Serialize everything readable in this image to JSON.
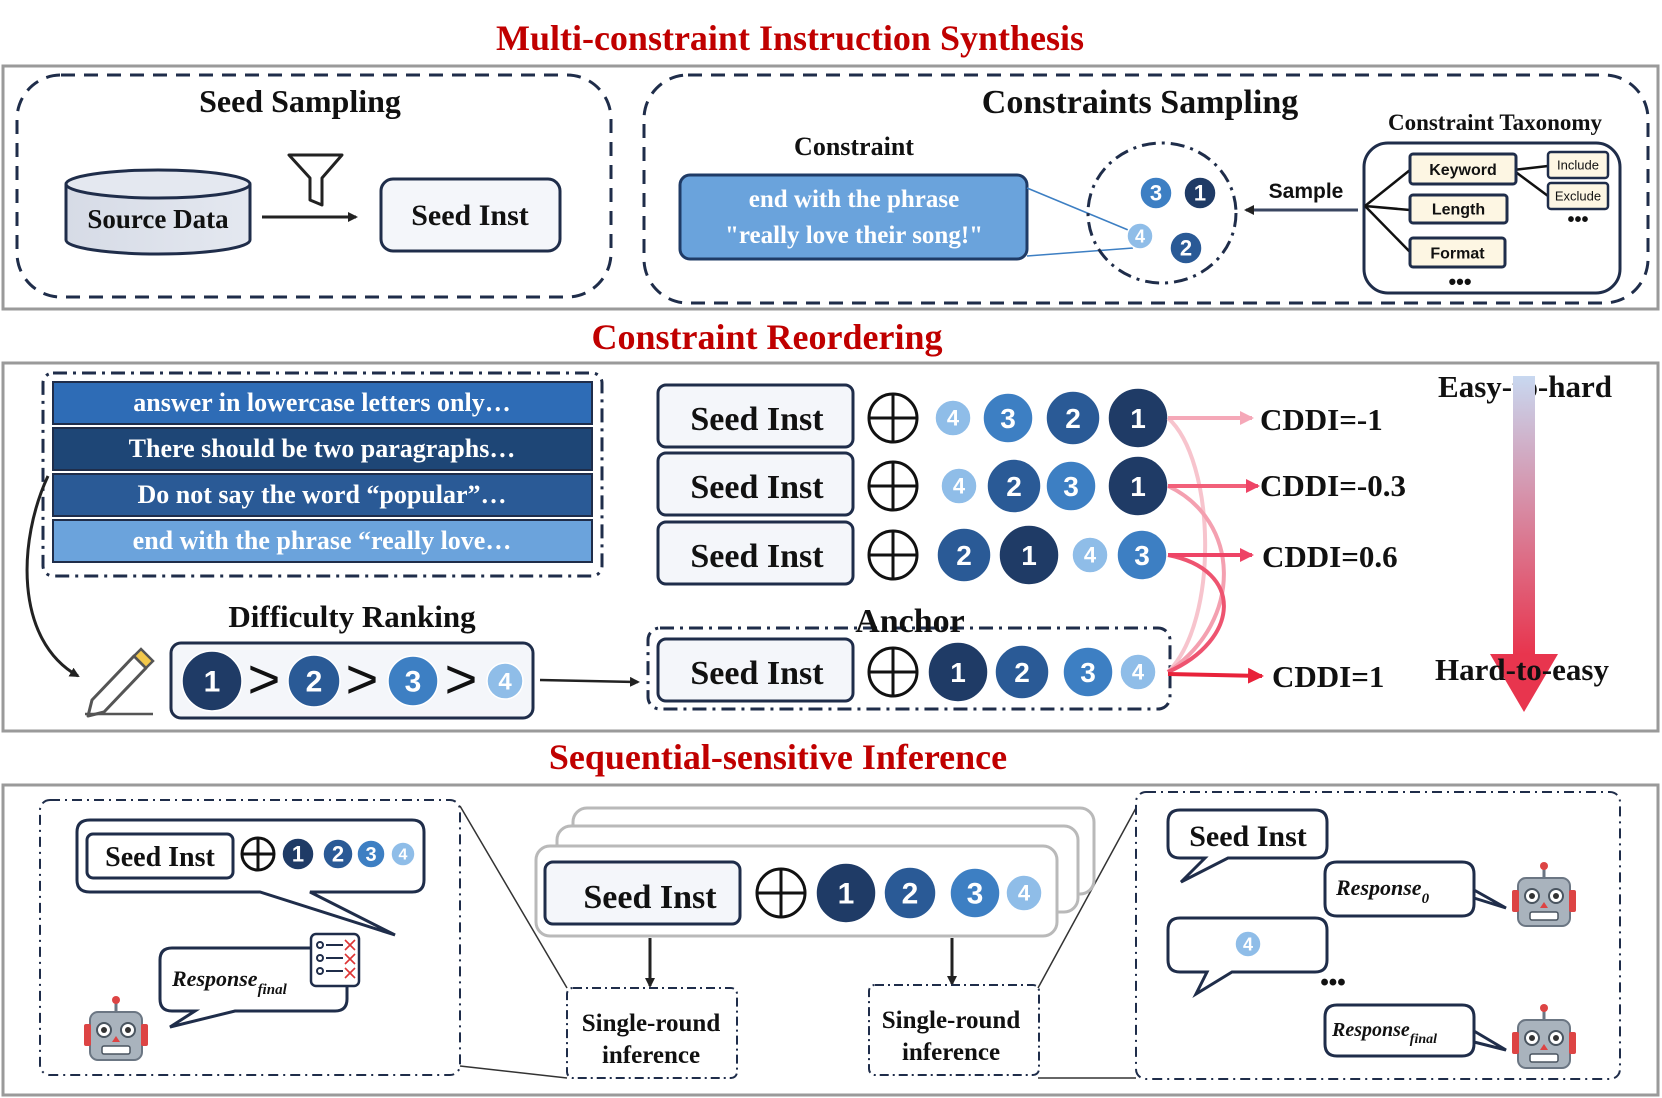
{
  "section_titles": {
    "synthesis": "Multi-constraint Instruction Synthesis",
    "reordering": "Constraint Reordering",
    "inference": "Sequential-sensitive Inference"
  },
  "seed_sampling": {
    "title": "Seed Sampling",
    "source_label": "Source Data",
    "seed_label": "Seed Inst"
  },
  "constraints_sampling": {
    "title": "Constraints Sampling",
    "constraint_heading": "Constraint",
    "constraint_line1": "end with the phrase",
    "constraint_line2": "\"really love their song!\"",
    "sample_label": "Sample",
    "taxonomy_title": "Constraint Taxonomy",
    "taxonomy_items": [
      "Keyword",
      "Length",
      "Format"
    ],
    "taxonomy_subitems": [
      "Include",
      "Exclude"
    ],
    "ellipsis": "•••"
  },
  "reordering": {
    "constraint_texts": [
      "answer in lowercase letters only…",
      "There should be two paragraphs…",
      "Do not say the word “popular”…",
      "end with the phrase “really love…"
    ],
    "difficulty_label": "Difficulty Ranking",
    "anchor_label": "Anchor",
    "seed_label": "Seed Inst",
    "rows": [
      {
        "order": [
          4,
          3,
          2,
          1
        ],
        "cddi": "CDDI=-1"
      },
      {
        "order": [
          4,
          2,
          3,
          1
        ],
        "cddi": "CDDI=-0.3"
      },
      {
        "order": [
          2,
          1,
          4,
          3
        ],
        "cddi": "CDDI=0.6"
      },
      {
        "order": [
          1,
          2,
          3,
          4
        ],
        "cddi": "CDDI=1"
      }
    ],
    "ranking": [
      1,
      2,
      3,
      4
    ],
    "easy_label": "Easy-to-hard",
    "hard_label": "Hard-to-easy"
  },
  "inference": {
    "seed_label": "Seed Inst",
    "order": [
      1,
      2,
      3,
      4
    ],
    "response_final": "Response",
    "response_final_sub": "final",
    "response_zero": "Response",
    "response_zero_sub": "0",
    "single_round_line1": "Single-round",
    "single_round_line2": "inference",
    "ellipsis": "•••",
    "bubble_number": "4"
  },
  "colors": {
    "title_red": "#c00000",
    "c1": "#1f3b66",
    "c2": "#2a5a96",
    "c3": "#3d7fc3",
    "c4": "#8fbde8",
    "frame": "#1f2d4a"
  }
}
